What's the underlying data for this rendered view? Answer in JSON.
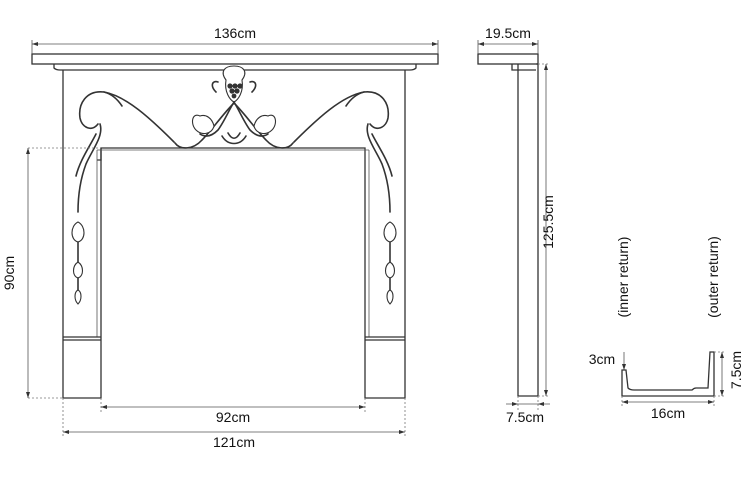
{
  "diagram": {
    "front_view": {
      "overall_width": "136cm",
      "outer_width": "121cm",
      "opening_width": "92cm",
      "opening_height": "90cm"
    },
    "side_view": {
      "shelf_depth": "19.5cm",
      "height": "125.5cm",
      "leg_depth": "7.5cm"
    },
    "cross_section": {
      "inner_label": "(inner return)",
      "outer_label": "(outer return)",
      "inner_return": "3cm",
      "outer_return": "7.5cm",
      "width": "16cm"
    }
  }
}
